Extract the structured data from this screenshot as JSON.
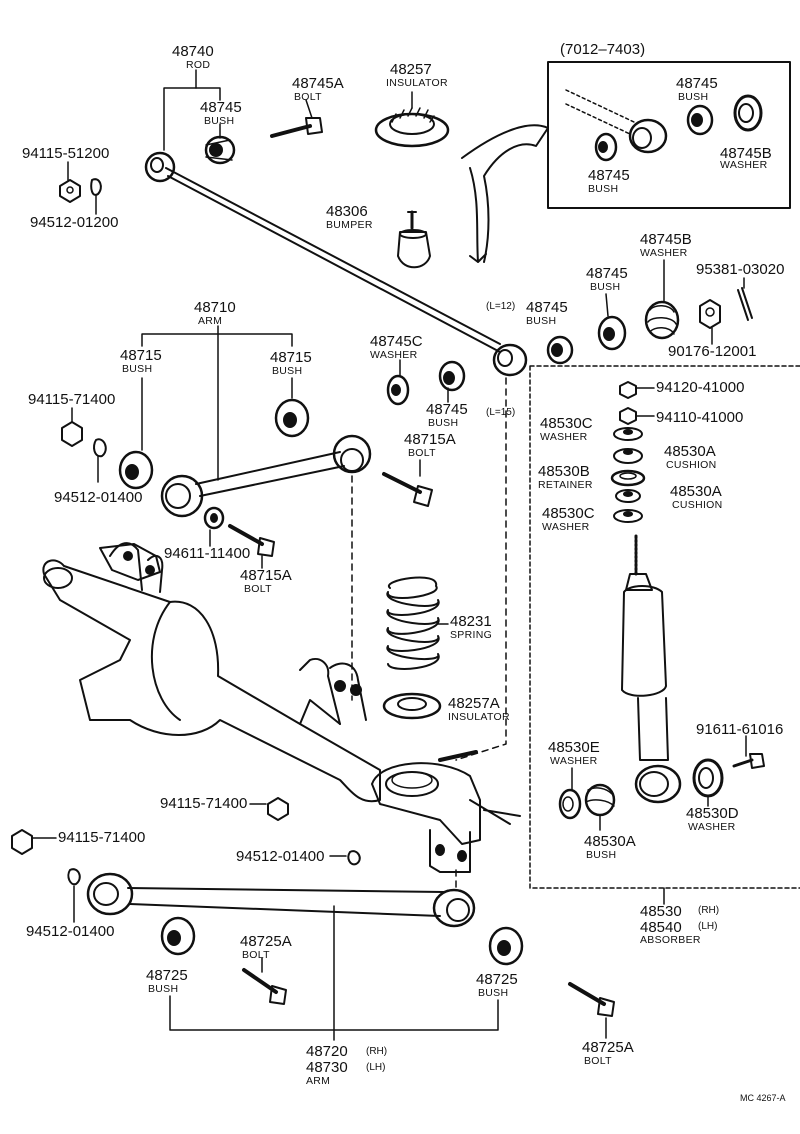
{
  "inset_title": "(7012–7403)",
  "footer_code": "MC 4267-A",
  "l12": "(L=12)",
  "l15": "(L=15)",
  "labels": {
    "rod_num": "48740",
    "rod_name": "ROD",
    "bush_top_num": "48745",
    "bush_top_name": "BUSH",
    "bolt_a_num": "48745A",
    "bolt_a_name": "BOLT",
    "insul_num": "48257",
    "insul_name": "INSULATOR",
    "nut1": "94115-51200",
    "wash1": "94512-01200",
    "bumper_num": "48306",
    "bumper_name": "BUMPER",
    "inset_bush1_num": "48745",
    "inset_bush1_name": "BUSH",
    "inset_wash_num": "48745B",
    "inset_wash_name": "WASHER",
    "inset_bush2_num": "48745",
    "inset_bush2_name": "BUSH",
    "w745b_num": "48745B",
    "w745b_name": "WASHER",
    "b745r_num": "48745",
    "b745r_name": "BUSH",
    "pin_num": "95381-03020",
    "nut_90176": "90176-12001",
    "b745l_num": "48745",
    "b745l_name": "BUSH",
    "arm_num": "48710",
    "arm_name": "ARM",
    "b715l_num": "48715",
    "b715l_name": "BUSH",
    "b715r_num": "48715",
    "b715r_name": "BUSH",
    "w745c_num": "48745C",
    "w745c_name": "WASHER",
    "b745c_num": "48745",
    "b745c_name": "BUSH",
    "nut2": "94115-71400",
    "wash2": "94512-01400",
    "bolt715a_num": "48715A",
    "bolt715a_name": "BOLT",
    "wash3": "94611-11400",
    "bolt715a2_num": "48715A",
    "bolt715a2_name": "BOLT",
    "nut94120": "94120-41000",
    "nut94110": "94110-41000",
    "w530c1_num": "48530C",
    "w530c1_name": "WASHER",
    "c530a1_num": "48530A",
    "c530a1_name": "CUSHION",
    "r530b_num": "48530B",
    "r530b_name": "RETAINER",
    "c530a2_num": "48530A",
    "c530a2_name": "CUSHION",
    "w530c2_num": "48530C",
    "w530c2_name": "WASHER",
    "spring_num": "48231",
    "spring_name": "SPRING",
    "insul2_num": "48257A",
    "insul2_name": "INSULATOR",
    "w530e_num": "48530E",
    "w530e_name": "WASHER",
    "bolt91611": "91611-61016",
    "w530d_num": "48530D",
    "w530d_name": "WASHER",
    "b530a_num": "48530A",
    "b530a_name": "BUSH",
    "nut3": "94115-71400",
    "nut4": "94115-71400",
    "wash4": "94512-01400",
    "wash5": "94512-01400",
    "abs_num1": "48530",
    "abs_rh": "(RH)",
    "abs_num2": "48540",
    "abs_lh": "(LH)",
    "abs_name": "ABSORBER",
    "bolt725a_num": "48725A",
    "bolt725a_name": "BOLT",
    "b725l_num": "48725",
    "b725l_name": "BUSH",
    "b725r_num": "48725",
    "b725r_name": "BUSH",
    "arm2_num1": "48720",
    "arm2_rh": "(RH)",
    "arm2_num2": "48730",
    "arm2_lh": "(LH)",
    "arm2_name": "ARM",
    "bolt725a2_num": "48725A",
    "bolt725a2_name": "BOLT"
  }
}
